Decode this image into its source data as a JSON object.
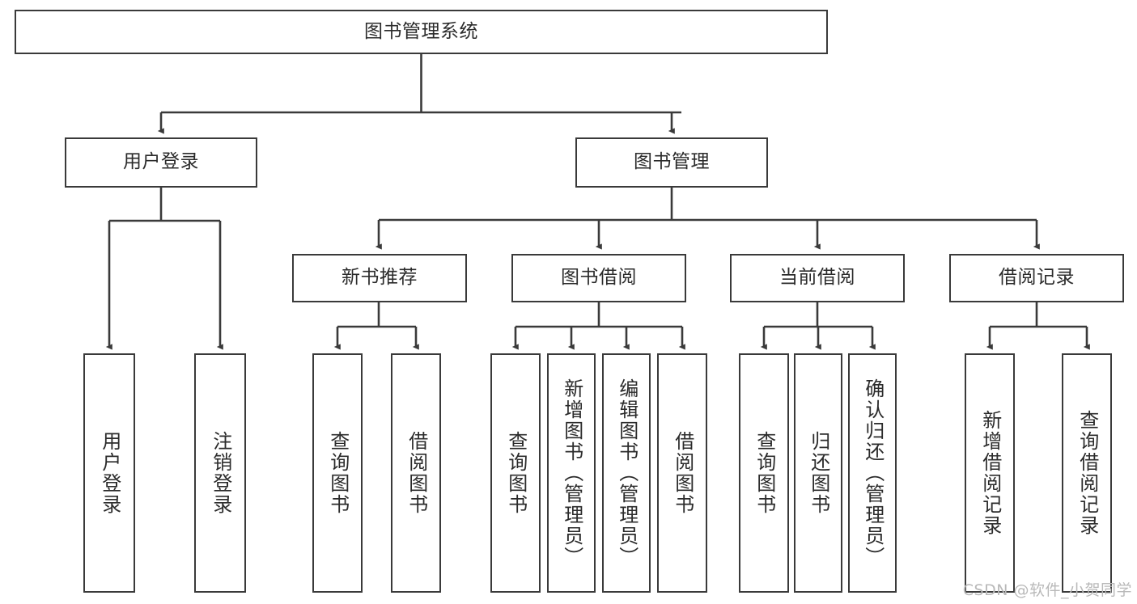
{
  "diagram": {
    "kind": "tree-hierarchy",
    "title": "图书管理系统",
    "watermark": "CSDN @软件_小贺同学",
    "colors": {
      "box_border": "#3a3a3a",
      "box_fill": "#ffffff",
      "edge": "#3a3a3a",
      "text": "#2b2b2b",
      "watermark": "#b9b9b9"
    },
    "nodes": {
      "root": {
        "label": "图书管理系统",
        "orientation": "horizontal"
      },
      "level2": [
        {
          "id": "user-login",
          "label": "用户登录",
          "orientation": "horizontal"
        },
        {
          "id": "book-manage",
          "label": "图书管理",
          "orientation": "horizontal"
        }
      ],
      "level3": [
        {
          "id": "new-book-recommend",
          "label": "新书推荐",
          "orientation": "horizontal"
        },
        {
          "id": "book-borrow",
          "label": "图书借阅",
          "orientation": "horizontal"
        },
        {
          "id": "current-borrow",
          "label": "当前借阅",
          "orientation": "horizontal"
        },
        {
          "id": "borrow-record",
          "label": "借阅记录",
          "orientation": "horizontal"
        }
      ],
      "leaves": [
        {
          "id": "leaf-user-login",
          "parent": "user-login",
          "label": "用户登录",
          "orientation": "vertical"
        },
        {
          "id": "leaf-logout",
          "parent": "user-login",
          "label": "注销登录",
          "orientation": "vertical"
        },
        {
          "id": "leaf-query-book-1",
          "parent": "new-book-recommend",
          "label": "查询图书",
          "orientation": "vertical"
        },
        {
          "id": "leaf-borrow-book-1",
          "parent": "new-book-recommend",
          "label": "借阅图书",
          "orientation": "vertical"
        },
        {
          "id": "leaf-query-book-2",
          "parent": "book-borrow",
          "label": "查询图书",
          "orientation": "vertical"
        },
        {
          "id": "leaf-add-book",
          "parent": "book-borrow",
          "label": "新增图书（管理员）",
          "orientation": "vertical"
        },
        {
          "id": "leaf-edit-book",
          "parent": "book-borrow",
          "label": "编辑图书（管理员）",
          "orientation": "vertical"
        },
        {
          "id": "leaf-borrow-book-2",
          "parent": "book-borrow",
          "label": "借阅图书",
          "orientation": "vertical"
        },
        {
          "id": "leaf-query-book-3",
          "parent": "current-borrow",
          "label": "查询图书",
          "orientation": "vertical"
        },
        {
          "id": "leaf-return-book",
          "parent": "current-borrow",
          "label": "归还图书",
          "orientation": "vertical"
        },
        {
          "id": "leaf-confirm-return",
          "parent": "current-borrow",
          "label": "确认归还（管理员）",
          "orientation": "vertical"
        },
        {
          "id": "leaf-add-record",
          "parent": "borrow-record",
          "label": "新增借阅记录",
          "orientation": "vertical"
        },
        {
          "id": "leaf-query-record",
          "parent": "borrow-record",
          "label": "查询借阅记录",
          "orientation": "vertical"
        }
      ]
    }
  }
}
